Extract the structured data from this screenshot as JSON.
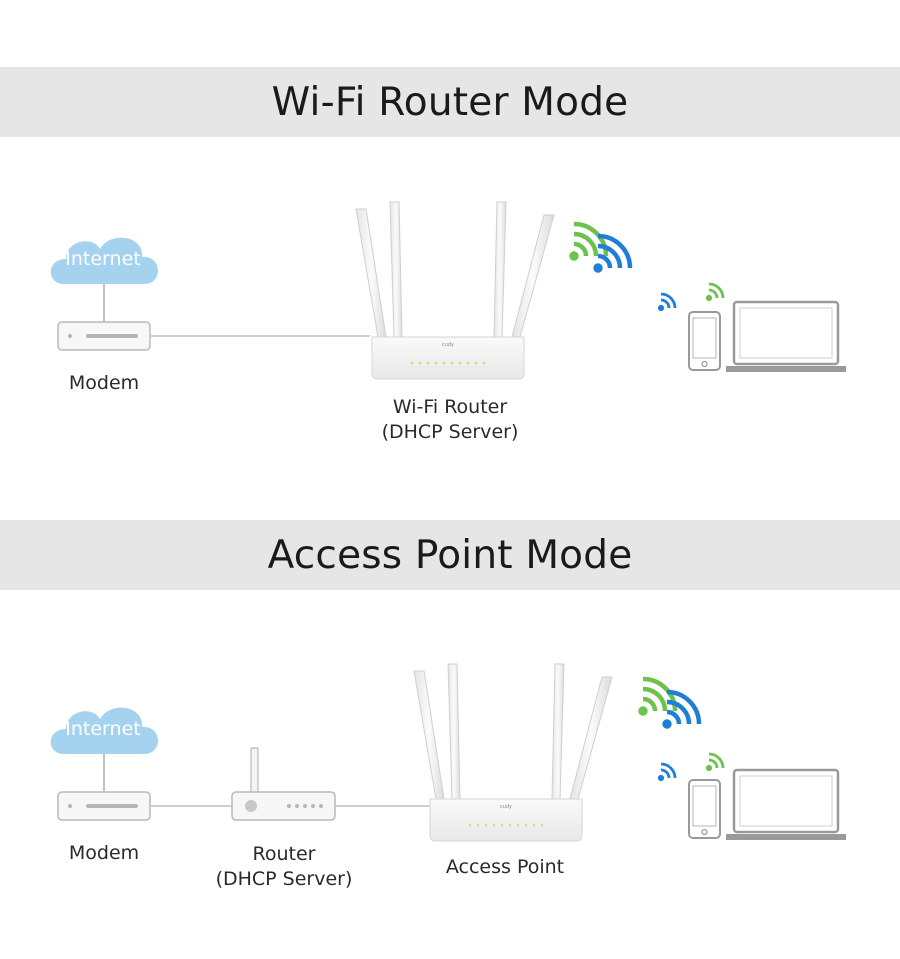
{
  "sections": [
    {
      "title": "Wi-Fi Router Mode",
      "nodes": {
        "cloud": "Internet",
        "modem": "Modem",
        "router_line1": "Wi-Fi Router",
        "router_line2": "(DHCP Server)",
        "brand": "cudy"
      }
    },
    {
      "title": "Access Point Mode",
      "nodes": {
        "cloud": "Internet",
        "modem": "Modem",
        "router_line1": "Router",
        "router_line2": "(DHCP Server)",
        "ap": "Access Point",
        "brand": "cudy"
      }
    }
  ],
  "colors": {
    "banner_bg": "#e6e6e6",
    "cloud": "#a5d2ee",
    "wifi_green": "#6cc24a",
    "wifi_blue": "#1f7fd6",
    "device_gray": "#9a9a9a",
    "led_yellow": "#e9d46a"
  }
}
